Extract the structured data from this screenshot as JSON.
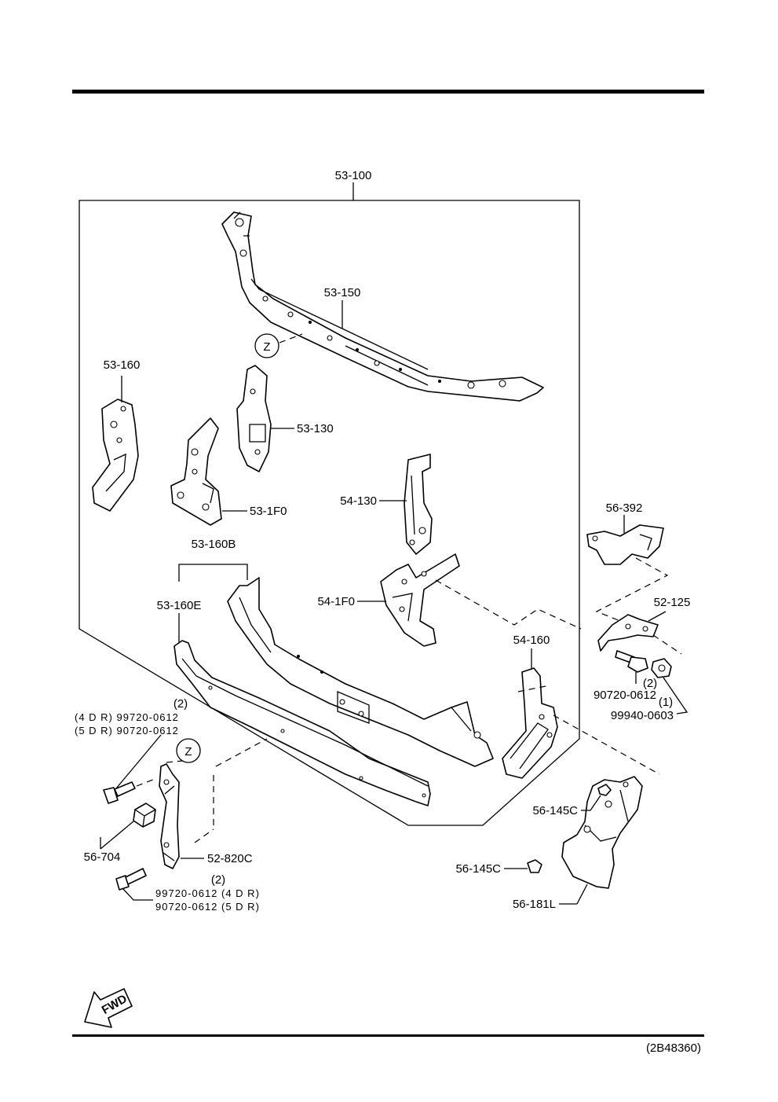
{
  "labels": {
    "p53_100": "53-100",
    "p53_150": "53-150",
    "p53_160": "53-160",
    "p53_130": "53-130",
    "p53_1f0": "53-1F0",
    "p54_130": "54-130",
    "p53_160b": "53-160B",
    "p53_160e": "53-160E",
    "p54_1f0": "54-1F0",
    "p54_160": "54-160",
    "p56_392": "56-392",
    "p52_125": "52-125",
    "p90720_0612_r": "90720-0612",
    "q2_r": "(2)",
    "q1_r": "(1)",
    "p99940_0603": "99940-0603",
    "q2_l_top": "(2)",
    "bolt_4dr_top": "(4 D R) 99720-0612",
    "bolt_5dr_top": "(5 D R) 90720-0612",
    "z_top": "Z",
    "z_left": "Z",
    "p56_704": "56-704",
    "p52_820c": "52-820C",
    "q2_l_bottom": "(2)",
    "bolt_4dr_bottom": "99720-0612 (4 D R)",
    "bolt_5dr_bottom": "90720-0612 (5 D R)",
    "p56_145c_upper": "56-145C",
    "p56_145c_lower": "56-145C",
    "p56_181l": "56-181L",
    "fwd": "FWD",
    "diagram_code": "(2B48360)"
  }
}
